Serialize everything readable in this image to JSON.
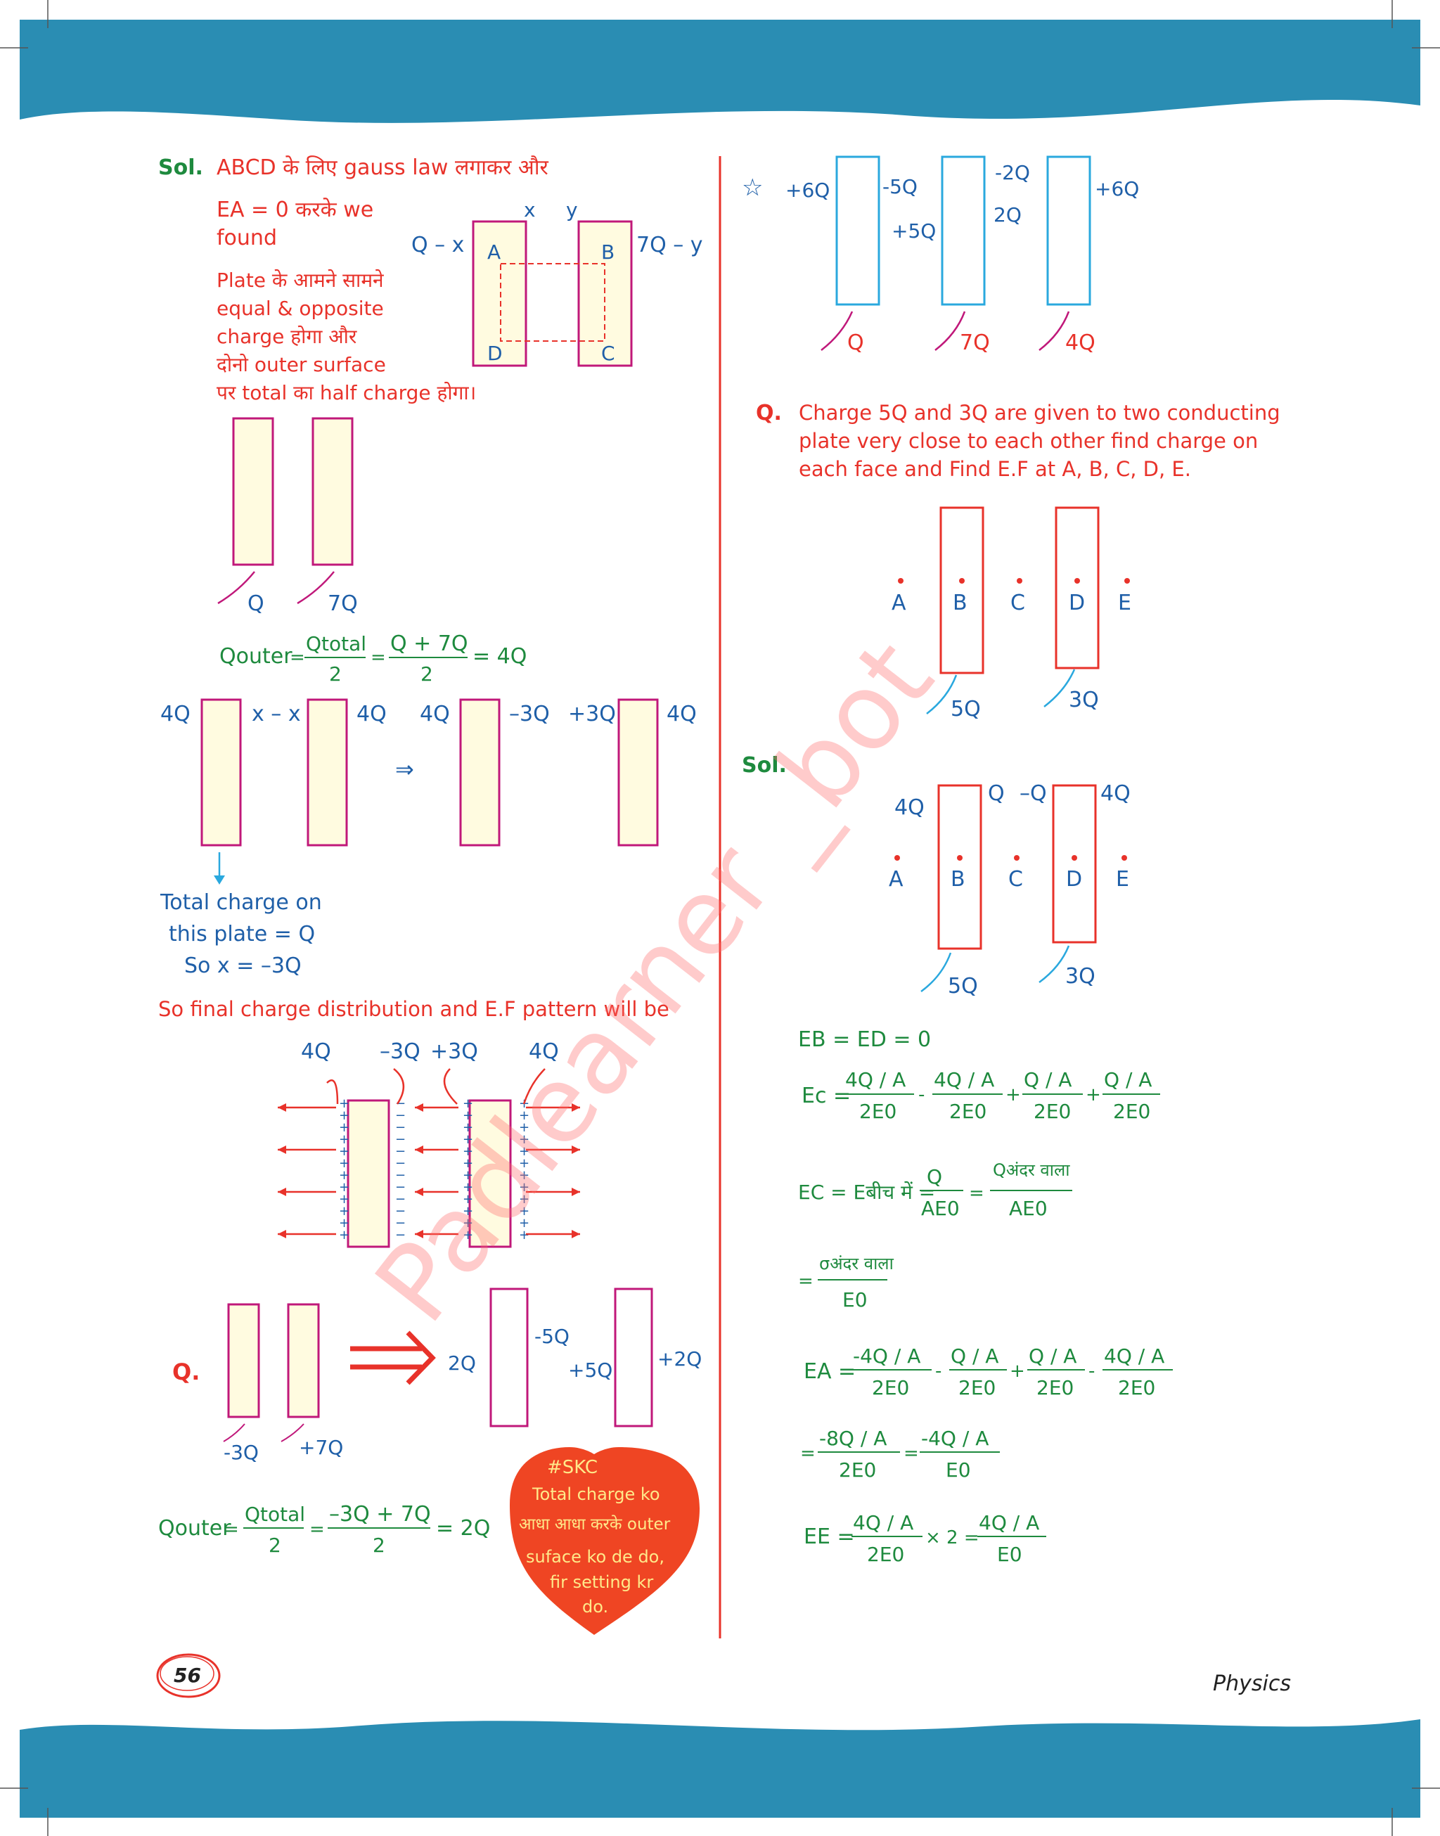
{
  "page": {
    "number": "56",
    "subject": "Physics"
  },
  "left": {
    "sol_label": "Sol.",
    "sol_line1": "ABCD के लिए gauss law लगाकर और",
    "ea_line": "EA = 0 करके we",
    "found": "found",
    "note_lines": [
      "Plate के आमने सामने",
      "equal & opposite",
      "charge होगा और",
      "दोनो outer surface",
      "पर total का half charge होगा।"
    ],
    "fig1": {
      "x": "x",
      "y": "y",
      "left_charge": "Q – x",
      "right_charge": "7Q – y",
      "A": "A",
      "B": "B",
      "C": "C",
      "D": "D"
    },
    "fig2": {
      "q1": "Q",
      "q2": "7Q"
    },
    "qouter1": {
      "lhs": "Qouter",
      "num1": "Qtotal",
      "den1": "2",
      "num2": "Q + 7Q",
      "den2": "2",
      "result": "= 4Q"
    },
    "dist1": {
      "a": "4Q",
      "b": "x – x",
      "c": "4Q",
      "arrow": "⇒",
      "d": "4Q",
      "e": "–3Q",
      "f": "+3Q",
      "g": "4Q"
    },
    "total_note": [
      "Total charge on",
      "this plate = Q",
      "So x = –3Q"
    ],
    "final_line": "So final charge distribution and E.F pattern will be",
    "fig3": {
      "a": "4Q",
      "b": "–3Q",
      "c": "+3Q",
      "d": "4Q"
    },
    "q2": {
      "label": "Q.",
      "c1": "-3Q",
      "c2": "+7Q",
      "r1": "2Q",
      "r2": "-5Q",
      "r3": "+5Q",
      "r4": "+2Q"
    },
    "qouter2": {
      "lhs": "Qouter",
      "num1": "Qtotal",
      "den1": "2",
      "num2": "–3Q + 7Q",
      "den2": "2",
      "result": "= 2Q"
    },
    "skc": {
      "title": "#SKC",
      "lines": [
        "Total charge ko",
        "आधा आधा करके outer",
        "suface ko de do,",
        "fir setting kr",
        "do."
      ]
    }
  },
  "right": {
    "star_fig": {
      "s": "+6Q",
      "a": "-5Q",
      "b": "+5Q",
      "c": "-2Q",
      "d": "2Q",
      "e": "+6Q",
      "q1": "Q",
      "q2": "7Q",
      "q3": "4Q"
    },
    "question": {
      "label": "Q.",
      "lines": [
        "Charge 5Q and 3Q are given to two conducting",
        "plate very close to each other find charge on",
        "each face and Find E.F at A, B, C, D, E."
      ]
    },
    "qfig": {
      "A": "A",
      "B": "B",
      "C": "C",
      "D": "D",
      "E": "E",
      "q1": "5Q",
      "q2": "3Q"
    },
    "sol_label": "Sol.",
    "sfig": {
      "a": "4Q",
      "b": "Q",
      "c": "–Q",
      "d": "4Q",
      "A": "A",
      "B": "B",
      "C": "C",
      "D": "D",
      "E": "E",
      "q1": "5Q",
      "q2": "3Q"
    },
    "eq1": "EB = ED = 0",
    "eq2": {
      "lhs": "Ec =",
      "n": [
        "4Q / A",
        "4Q / A",
        "Q / A",
        "Q / A"
      ],
      "d": "2E0",
      "ops": [
        "-",
        "+",
        "+"
      ]
    },
    "eq3": {
      "lhs": "EC = Eबीच में =",
      "n1": "Q",
      "d1": "AE0",
      "n2": "Qअंदर वाला",
      "d2": "AE0"
    },
    "eq4": {
      "n": "σअंदर वाला",
      "d": "E0"
    },
    "eq5": {
      "lhs": "EA =",
      "n": [
        "-4Q / A",
        "Q / A",
        "Q / A",
        "4Q / A"
      ],
      "d": "2E0",
      "ops": [
        "-",
        "+",
        "-"
      ]
    },
    "eq6": {
      "n1": "-8Q / A",
      "d1": "2E0",
      "n2": "-4Q / A",
      "d2": "E0"
    },
    "eq7": {
      "lhs": "EE =",
      "n1": "4Q / A",
      "d1": "2E0",
      "mid": "× 2 =",
      "n2": "4Q / A",
      "d2": "E0"
    }
  },
  "watermark": "Padlearner _bot",
  "colors": {
    "banner": "#2a8db3",
    "red": "#e8322a",
    "blue": "#1f5fa8",
    "green": "#1e8a3e"
  }
}
